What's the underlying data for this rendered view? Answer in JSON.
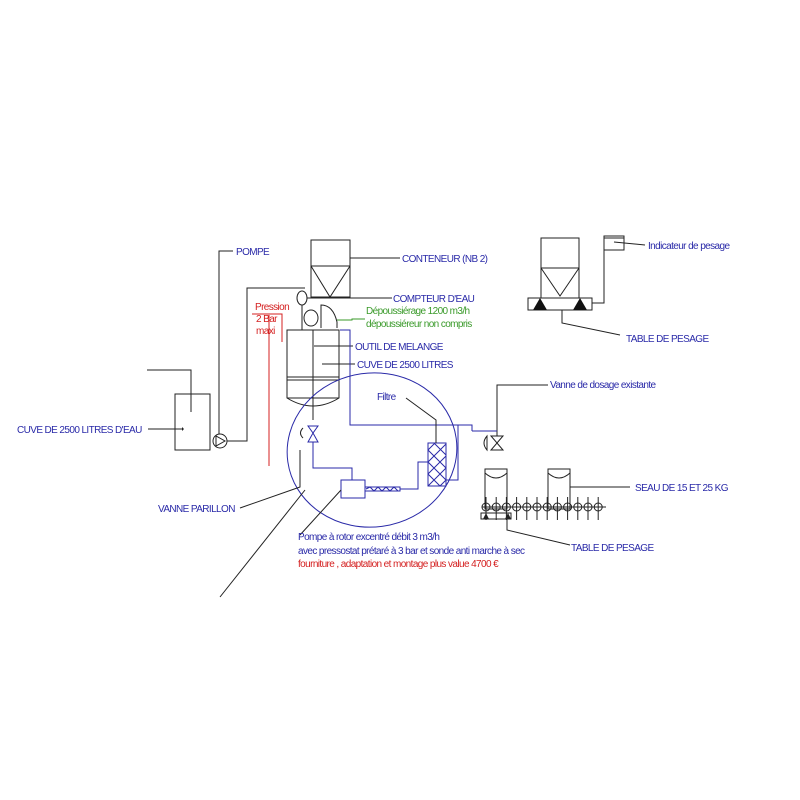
{
  "colors": {
    "label_blue": "#2a2aa8",
    "note_red": "#d42020",
    "note_green": "#3a9a2a",
    "line_black": "#222222",
    "loop_blue": "#2a2aa8"
  },
  "labels": {
    "pompe": "POMPE",
    "conteneur": "CONTENEUR (NB 2)",
    "compteur": "COMPTEUR D'EAU",
    "depoussierage_1": "Dépoussiérage 1200 m3/h",
    "depoussierage_2": "dépoussiéreur non compris",
    "outil": "OUTIL DE MELANGE",
    "cuve_2500": "CUVE DE 2500 LITRES",
    "cuve_eau": "CUVE DE 2500 LITRES D'EAU",
    "pression_1": "Pression",
    "pression_2": "2 Bar",
    "pression_3": "maxi",
    "filtre": "Filtre",
    "vanne_parillon": "VANNE PARILLON",
    "vanne_dosage": "Vanne de dosage existante",
    "indicateur": "Indicateur de pesage",
    "table_pesage_top": "TABLE DE PESAGE",
    "seau": "SEAU DE 15 ET 25 KG",
    "table_pesage_bottom": "TABLE DE PESAGE",
    "pompe_rotor_1": "Pompe à rotor excentré débit 3 m3/h",
    "pompe_rotor_2": "avec pressostat prétaré à 3 bar et sonde anti marche à sec",
    "pompe_rotor_3": "fourniture , adaptation et montage plus value 4700 €"
  },
  "icons": {
    "pump": "pump-icon",
    "valve": "butterfly-valve-icon",
    "flowmeter": "water-meter-icon",
    "filter": "filter-icon",
    "roller": "roller-conveyor-icon",
    "load_cell": "load-cell-triangle-icon"
  }
}
